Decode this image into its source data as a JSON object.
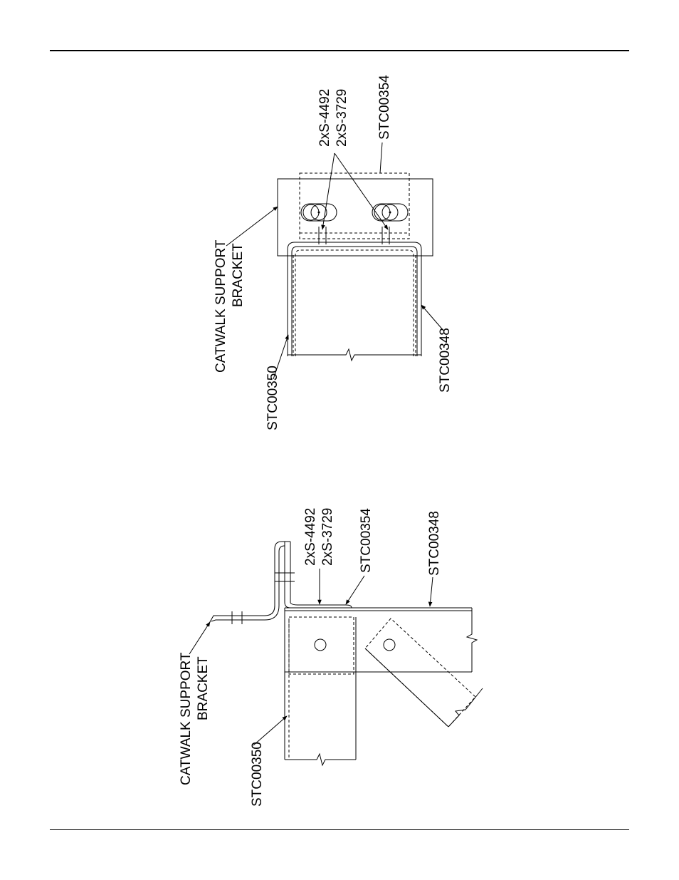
{
  "page": {
    "rule_color": "#000000",
    "line_color": "#000000"
  },
  "top_view": {
    "labels": {
      "bolts_a": "2xS-4492",
      "bolts_b": "2xS-3729",
      "upper_channel": "STC00354",
      "bracket_line1": "CATWALK SUPPORT",
      "bracket_line2": "BRACKET",
      "left_member": "STC00350",
      "right_member": "STC00348"
    }
  },
  "side_view": {
    "labels": {
      "bolts_a": "2xS-4492",
      "bolts_b": "2xS-3729",
      "upper_channel": "STC00354",
      "top_member": "STC00348",
      "bracket_line1": "CATWALK SUPPORT",
      "bracket_line2": "BRACKET",
      "left_member": "STC00350"
    }
  }
}
